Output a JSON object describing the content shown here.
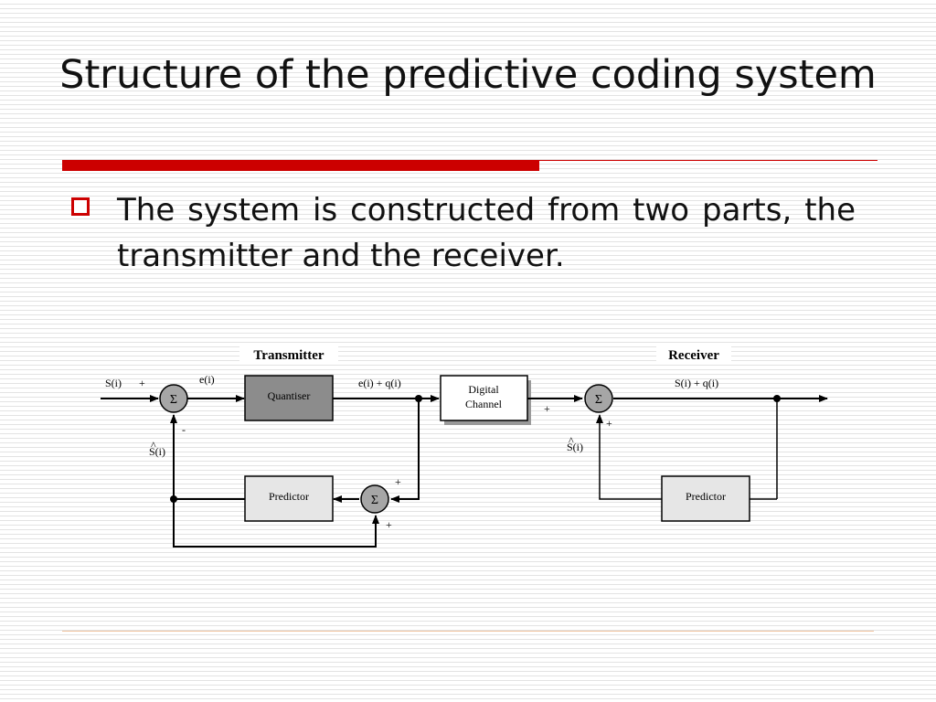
{
  "slide": {
    "title": "Structure of the predictive coding system",
    "bullet": "The system is constructed from two parts, the transmitter and the receiver."
  },
  "diagram": {
    "transmitter_label": "Transmitter",
    "receiver_label": "Receiver",
    "signals": {
      "input": "S(i)",
      "error": "e(i)",
      "quantised": "e(i) + q(i)",
      "output": "S(i) + q(i)",
      "prediction_hat": "^",
      "prediction": "S(i)"
    },
    "signs": {
      "plus": "+",
      "minus": "-"
    },
    "sigma_symbol": "Σ",
    "blocks": {
      "quantiser": "Quantiser",
      "digital_channel_line1": "Digital",
      "digital_channel_line2": "Channel",
      "predictor": "Predictor"
    }
  }
}
